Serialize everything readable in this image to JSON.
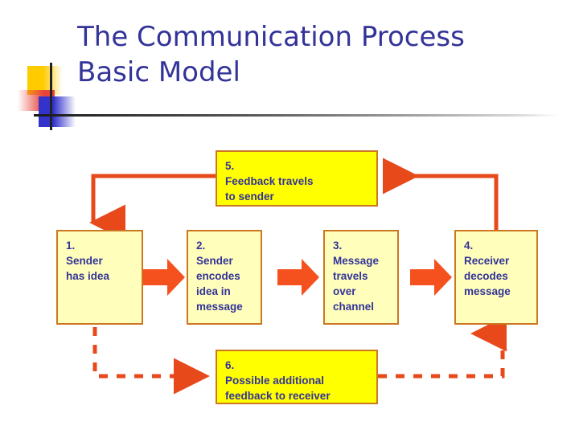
{
  "slide": {
    "title_line1": "The Communication Process",
    "title_line2": "Basic Model",
    "title_color": "#333399",
    "accent_color": "#E8491B",
    "box_border_color": "#CC7722",
    "box_fill_pale": "#FFFFBB",
    "box_fill_bright": "#FFFF00"
  },
  "diagram": {
    "type": "flow-cycle",
    "boxes": [
      {
        "id": "box1",
        "number": "1.",
        "lines": [
          "Sender",
          "has idea"
        ],
        "fill": "pale"
      },
      {
        "id": "box2",
        "number": "2.",
        "lines": [
          "Sender",
          "encodes",
          "idea in",
          "message"
        ],
        "fill": "pale"
      },
      {
        "id": "box3",
        "number": "3.",
        "lines": [
          "Message",
          "travels",
          "over",
          "channel"
        ],
        "fill": "pale"
      },
      {
        "id": "box4",
        "number": "4.",
        "lines": [
          "Receiver",
          "decodes",
          "message"
        ],
        "fill": "pale"
      },
      {
        "id": "box5",
        "number": "5.",
        "lines": [
          "Feedback travels",
          "to sender"
        ],
        "fill": "bright"
      },
      {
        "id": "box6",
        "number": "6.",
        "lines": [
          "Possible additional",
          "feedback to receiver"
        ],
        "fill": "bright"
      }
    ],
    "connectors": [
      {
        "name": "arrow-1-to-2",
        "style": "block",
        "from": "box1",
        "to": "box2"
      },
      {
        "name": "arrow-2-to-3",
        "style": "block",
        "from": "box2",
        "to": "box3"
      },
      {
        "name": "arrow-3-to-4",
        "style": "block",
        "from": "box3",
        "to": "box4"
      },
      {
        "name": "arrow-4-to-5",
        "style": "solid",
        "from": "box4",
        "to": "box5"
      },
      {
        "name": "arrow-5-to-1",
        "style": "solid",
        "from": "box5",
        "to": "box1"
      },
      {
        "name": "arrow-1-to-6",
        "style": "dashed",
        "from": "box1",
        "to": "box6"
      },
      {
        "name": "arrow-6-to-4",
        "style": "dashed",
        "from": "box6",
        "to": "box4"
      }
    ]
  },
  "decoration": {
    "yellow_swatch": "#FFCC00",
    "red_swatch": "#E8443C",
    "blue_swatch": "#3333CC",
    "crosshair_color": "#222222",
    "rule_color": "#1A1A1A"
  }
}
